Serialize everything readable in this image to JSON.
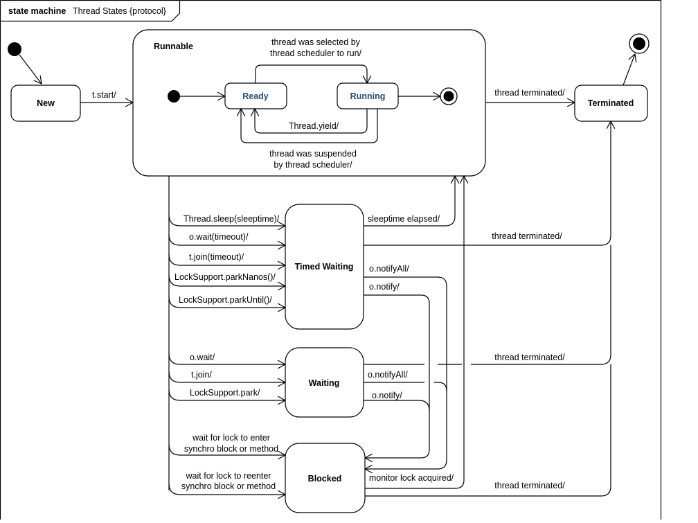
{
  "frame": {
    "keyword": "state machine",
    "title": "Thread States {protocol}"
  },
  "states": {
    "new": "New",
    "runnable": "Runnable",
    "ready": "Ready",
    "running": "Running",
    "terminated": "Terminated",
    "timed_waiting": "Timed Waiting",
    "waiting": "Waiting",
    "blocked": "Blocked"
  },
  "transitions": {
    "t_start": "t.start/",
    "selected_line1": "thread was selected by",
    "selected_line2": "thread scheduler to run/",
    "yield": "Thread.yield/",
    "suspended_line1": "thread was suspended",
    "suspended_line2": "by thread scheduler/",
    "runnable_terminated": "thread terminated/",
    "sleep": "Thread.sleep(sleeptime)/",
    "wait_timeout": "o.wait(timeout)/",
    "join_timeout": "t.join(timeout)/",
    "park_nanos": "LockSupport.parkNanos()/",
    "park_until": "LockSupport.parkUntil()/",
    "sleeptime_elapsed": "sleeptime elapsed/",
    "timed_terminated": "thread terminated/",
    "timed_notify_all": "o.notifyAll/",
    "timed_notify": "o.notify/",
    "wait": "o.wait/",
    "join": "t.join/",
    "park": "LockSupport.park/",
    "waiting_terminated": "thread terminated/",
    "waiting_notify_all": "o.notifyAll/",
    "waiting_notify": "o.notify/",
    "lock_enter_line1": "wait for lock to enter",
    "lock_enter_line2": "synchro block or method",
    "lock_reenter_line1": "wait for lock to reenter",
    "lock_reenter_line2": "synchro block or method",
    "lock_acquired": "monitor lock acquired/",
    "blocked_terminated": "thread terminated/"
  }
}
